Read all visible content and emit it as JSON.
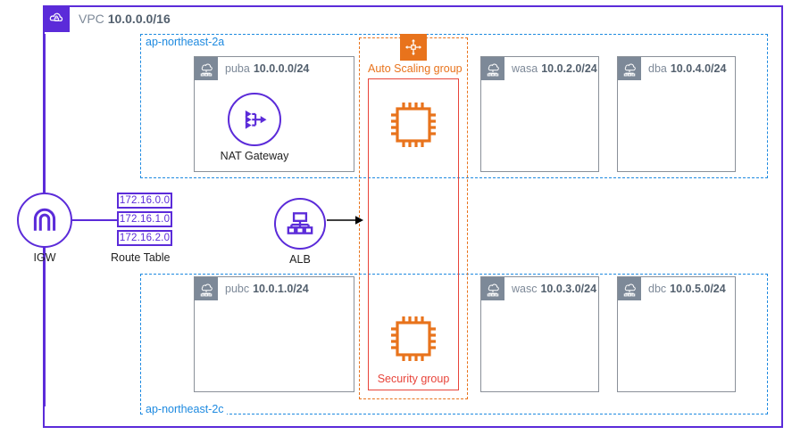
{
  "vpc": {
    "icon": "vpc-cloud-lock-icon",
    "label": "VPC",
    "cidr": "10.0.0.0/16"
  },
  "availability_zones": [
    {
      "id": "az-a",
      "label": "ap-northeast-2a"
    },
    {
      "id": "az-c",
      "label": "ap-northeast-2c"
    }
  ],
  "subnets": [
    {
      "id": "puba",
      "name": "puba",
      "cidr": "10.0.0.0/24",
      "icon": "public-subnet-icon",
      "az": "ap-northeast-2a"
    },
    {
      "id": "wasa",
      "name": "wasa",
      "cidr": "10.0.2.0/24",
      "icon": "public-subnet-icon",
      "az": "ap-northeast-2a"
    },
    {
      "id": "dba",
      "name": "dba",
      "cidr": "10.0.4.0/24",
      "icon": "public-subnet-icon",
      "az": "ap-northeast-2a"
    },
    {
      "id": "pubc",
      "name": "pubc",
      "cidr": "10.0.1.0/24",
      "icon": "public-subnet-icon",
      "az": "ap-northeast-2c"
    },
    {
      "id": "wasc",
      "name": "wasc",
      "cidr": "10.0.3.0/24",
      "icon": "public-subnet-icon",
      "az": "ap-northeast-2c"
    },
    {
      "id": "dbc",
      "name": "dbc",
      "cidr": "10.0.5.0/24",
      "icon": "public-subnet-icon",
      "az": "ap-northeast-2c"
    }
  ],
  "auto_scaling_group": {
    "label": "Auto Scaling group",
    "icon": "auto-scaling-group-icon"
  },
  "security_group": {
    "label": "Security group",
    "instances_icon": "ec2-instance-icon",
    "instance_count": 2
  },
  "nodes": {
    "igw": {
      "label": "IGW",
      "icon": "internet-gateway-icon"
    },
    "nat": {
      "label": "NAT Gateway",
      "icon": "nat-gateway-icon"
    },
    "alb": {
      "label": "ALB",
      "icon": "application-load-balancer-icon"
    }
  },
  "route_table": {
    "label": "Route Table",
    "routes": [
      "172.16.0.0",
      "172.16.1.0",
      "172.16.2.0"
    ]
  },
  "colors": {
    "vpc_purple": "#5b2bd9",
    "az_blue": "#1e8ae0",
    "asg_orange": "#e8731c",
    "sg_red": "#e8443a",
    "subnet_gray": "#7d8998"
  }
}
